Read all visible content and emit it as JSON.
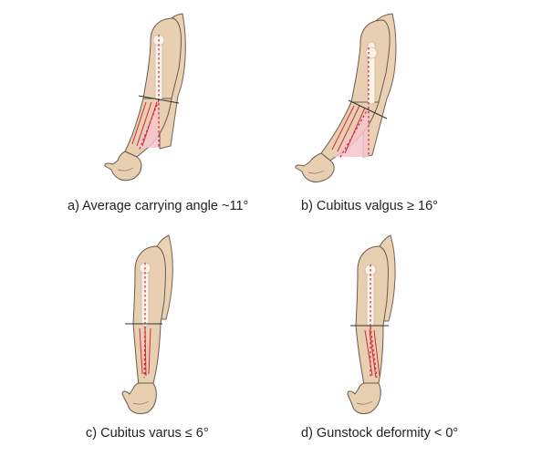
{
  "figure": {
    "panels": [
      {
        "id": "a",
        "caption": "a) Average carrying angle ~11°"
      },
      {
        "id": "b",
        "caption": "b) Cubitus valgus ≥ 16°"
      },
      {
        "id": "c",
        "caption": "c) Cubitus varus ≤ 6°"
      },
      {
        "id": "d",
        "caption": "d) Gunstock deformity < 0°"
      }
    ]
  },
  "colors": {
    "skin": "#e9cfb1",
    "outline": "#6b5a4b",
    "axis_line": "#d2283a",
    "angle_wedge": "#f6c6cc",
    "caption_text": "#231f20"
  }
}
